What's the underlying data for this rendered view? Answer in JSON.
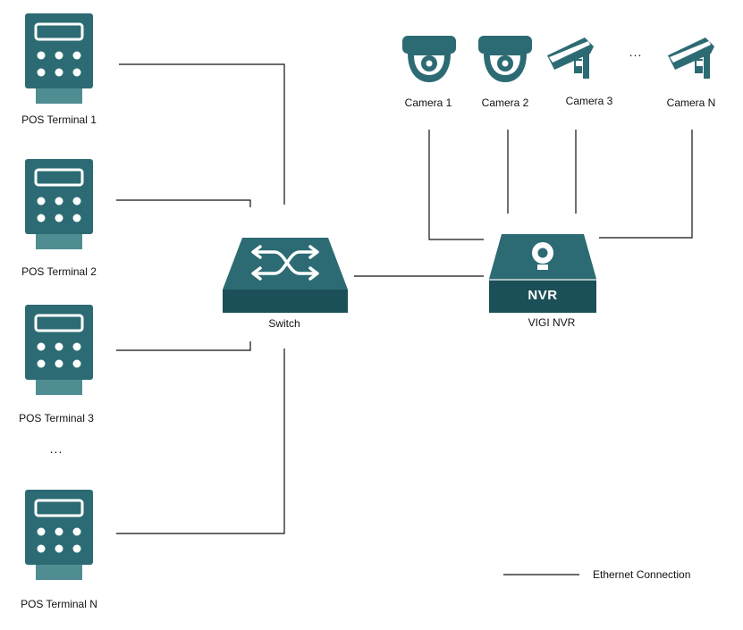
{
  "colors": {
    "device_teal": "#2c6b73",
    "device_dark": "#1c5058",
    "device_white": "#ffffff",
    "line": "#111111"
  },
  "icons": {
    "pos": "pos-terminal-icon",
    "switch": "network-switch-icon",
    "nvr": "nvr-recorder-icon",
    "dome": "dome-camera-icon",
    "bullet": "bullet-camera-icon"
  },
  "pos_terminals": [
    {
      "label": "POS Terminal 1"
    },
    {
      "label": "POS Terminal 2"
    },
    {
      "label": "POS Terminal 3"
    },
    {
      "label": "POS Terminal N"
    }
  ],
  "pos_ellipsis": "...",
  "switch": {
    "label": "Switch"
  },
  "nvr": {
    "badge": "NVR",
    "label": "VIGI NVR"
  },
  "cameras": [
    {
      "label": "Camera 1",
      "kind": "dome"
    },
    {
      "label": "Camera 2",
      "kind": "dome"
    },
    {
      "label": "Camera 3",
      "kind": "bullet"
    },
    {
      "label": "Camera N",
      "kind": "bullet"
    }
  ],
  "camera_ellipsis": "...",
  "legend": {
    "label": "Ethernet Connection"
  }
}
